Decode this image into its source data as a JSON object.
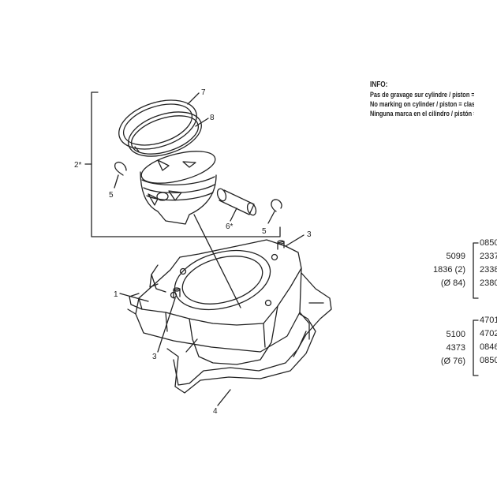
{
  "info": {
    "heading": "INFO:",
    "lines": [
      "Pas de gravage sur cylindre / piston = class",
      "No marking on cylinder / piston = class A",
      "Ninguna marca en el cilindro / pistón = tip"
    ]
  },
  "callouts": {
    "ring_top": "7",
    "ring_second": "8",
    "piston_group": "2*",
    "circlip_left": "5",
    "piston_pin": "6*",
    "circlip_right": "5",
    "stud_top": "3",
    "cylinder": "1",
    "stud_bottom": "3",
    "gasket": "4"
  },
  "kit_84": {
    "left": [
      "5099",
      "1836 (2)",
      "(Ø 84)"
    ],
    "right": [
      "0850",
      "2337",
      "2338",
      "2380"
    ]
  },
  "kit_76": {
    "left": [
      "5100",
      "4373",
      "(Ø 76)"
    ],
    "right": [
      "4701",
      "4702",
      "0846",
      "0850"
    ]
  }
}
